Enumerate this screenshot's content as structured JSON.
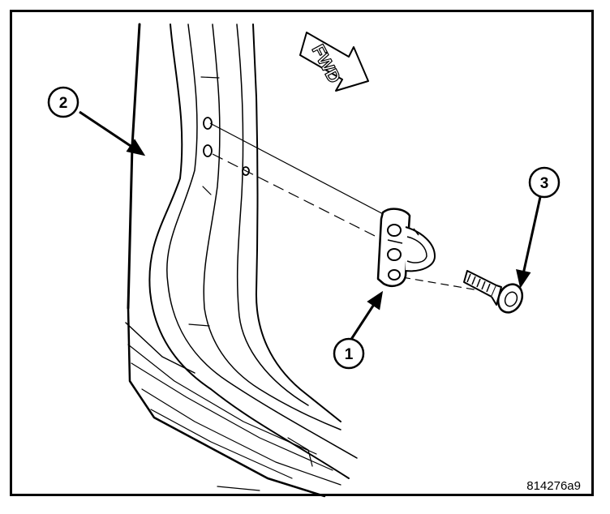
{
  "diagram": {
    "callouts": [
      {
        "number": "1",
        "part": "door check strap"
      },
      {
        "number": "2",
        "part": "door pillar"
      },
      {
        "number": "3",
        "part": "bolt"
      }
    ],
    "direction_label": "FWD",
    "figure_id": "814276a9",
    "line_color": "#000000",
    "background_color": "#ffffff"
  }
}
